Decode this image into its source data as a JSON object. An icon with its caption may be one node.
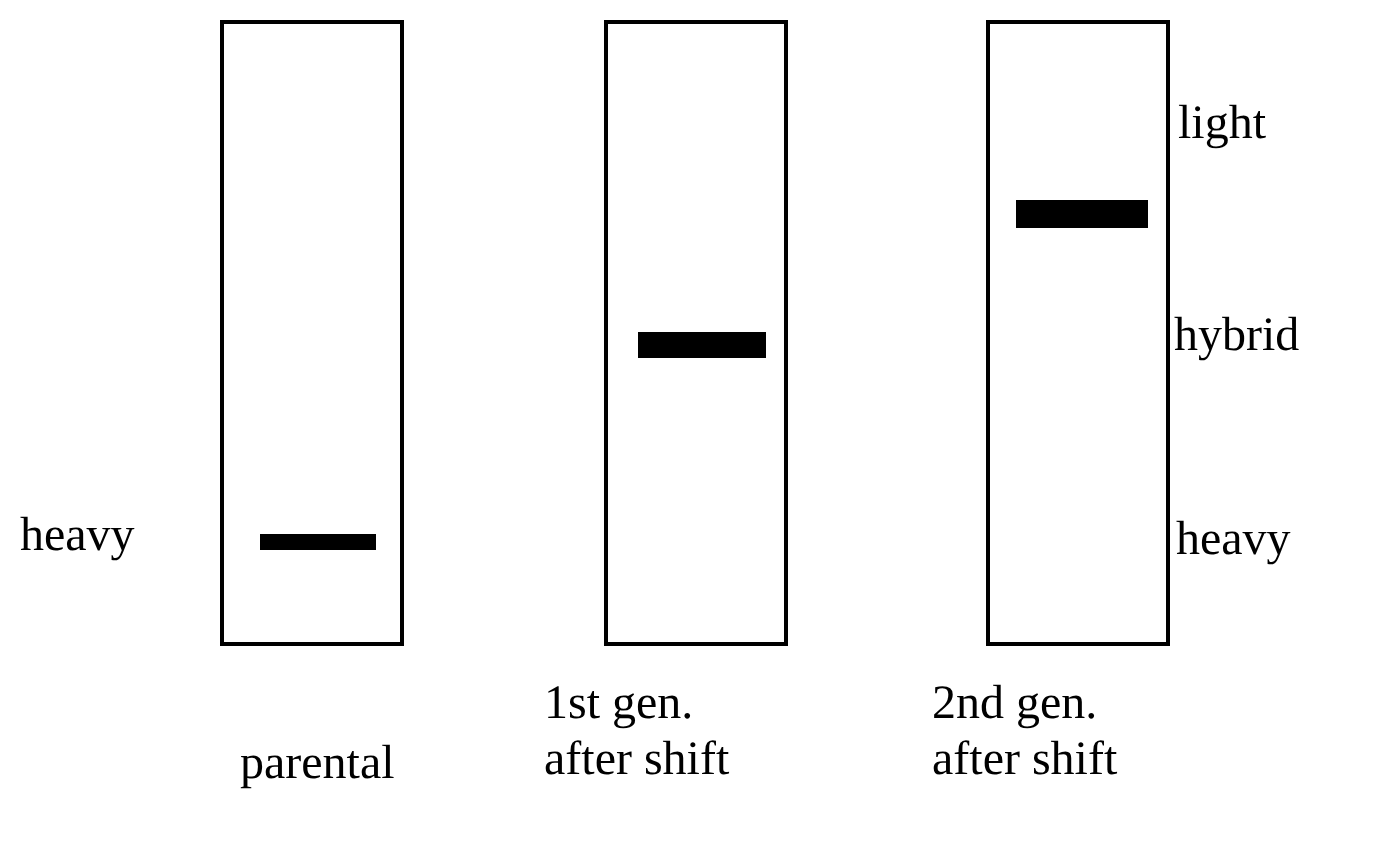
{
  "diagram": {
    "nodes": [
      {
        "text": [],
        "shape": "box",
        "beside": [
          "parental"
        ]
      },
      {
        "text": [],
        "shape": "box",
        "beside": [
          "1st gen. after shift"
        ]
      },
      {
        "text": [],
        "shape": "box",
        "beside": [
          "2nd gen. after shift"
        ]
      }
    ],
    "labels": [
      "heavy",
      "light",
      "hybrid",
      "heavy"
    ]
  }
}
